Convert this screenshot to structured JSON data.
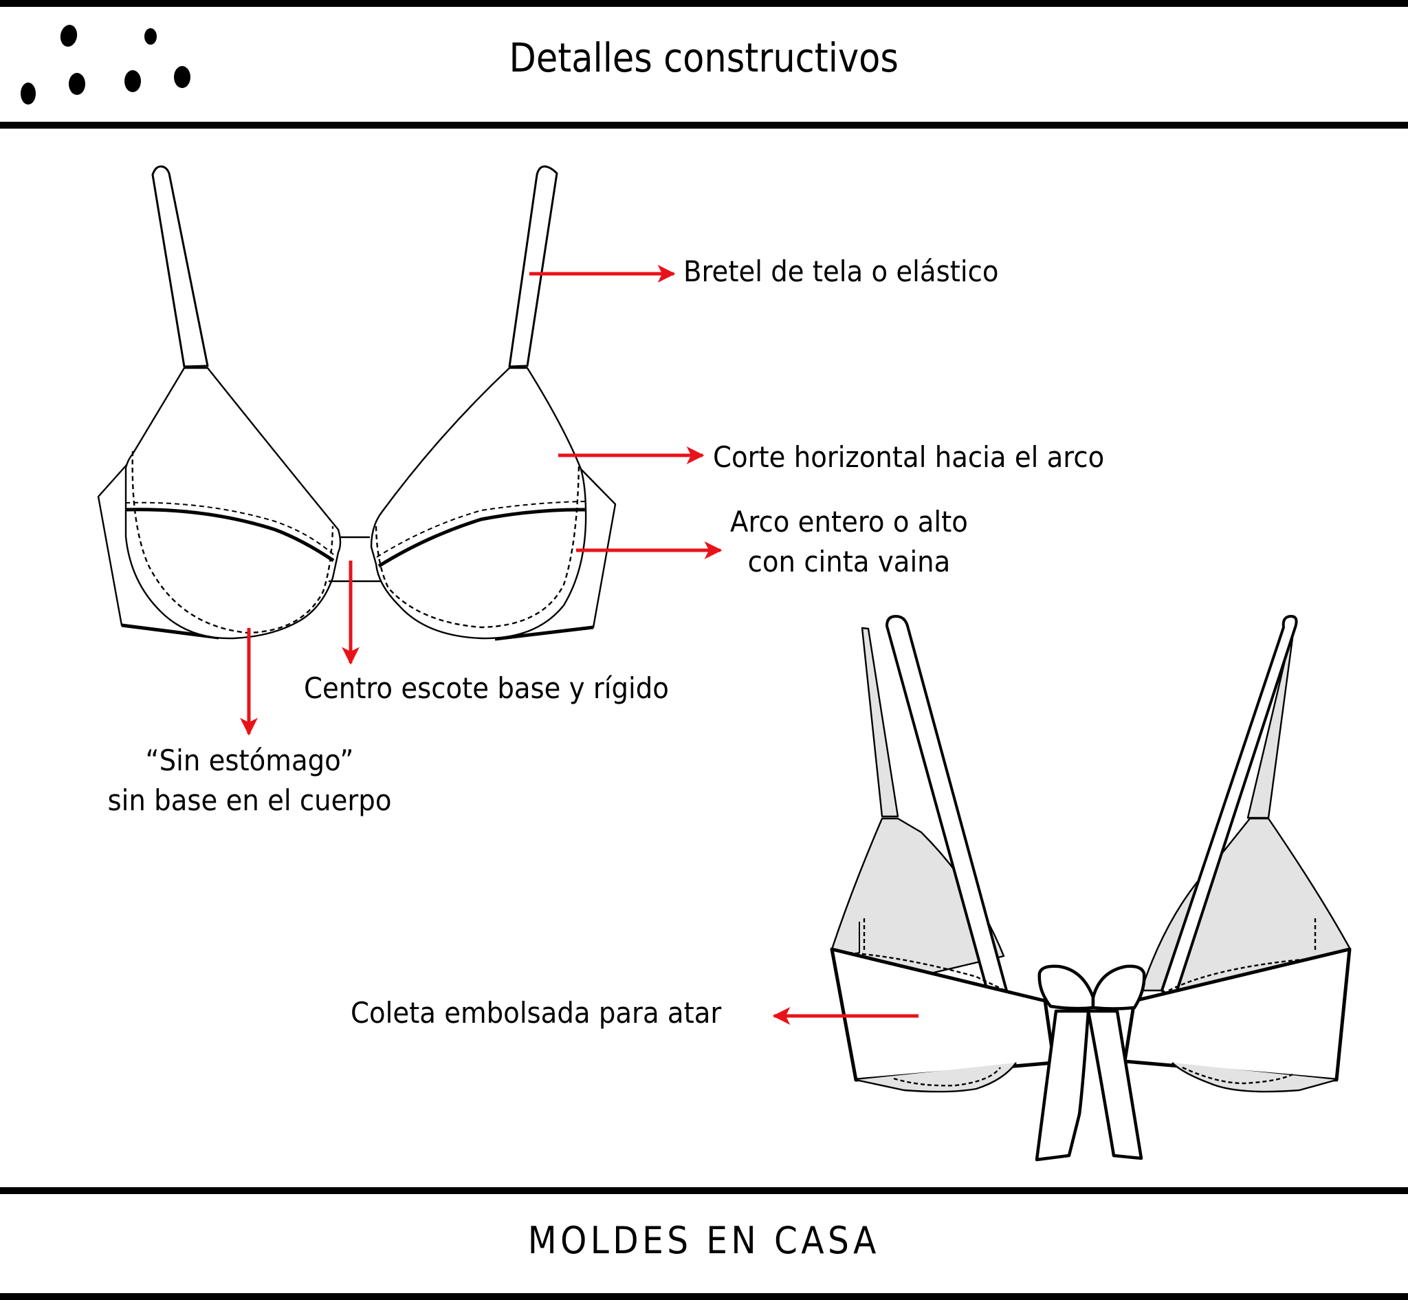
{
  "header": {
    "title": "Detalles constructivos",
    "logo_icon": "six-dots-logo-icon"
  },
  "annotations": {
    "bretel": "Bretel de tela o elástico",
    "corte": "Corte horizontal hacia el arco",
    "arco_line1": "Arco entero o alto",
    "arco_line2": "con cinta vaina",
    "centro": "Centro escote base y rígido",
    "sin_estomago_line1": "“Sin estómago”",
    "sin_estomago_line2": "sin base en el cuerpo",
    "coleta": "Coleta embolsada para atar"
  },
  "footer": {
    "brand": "MOLDES EN CASA"
  },
  "colors": {
    "arrow": "#e8131a",
    "ink": "#000000",
    "fill_back": "#e3e3e3",
    "background": "#ffffff"
  }
}
